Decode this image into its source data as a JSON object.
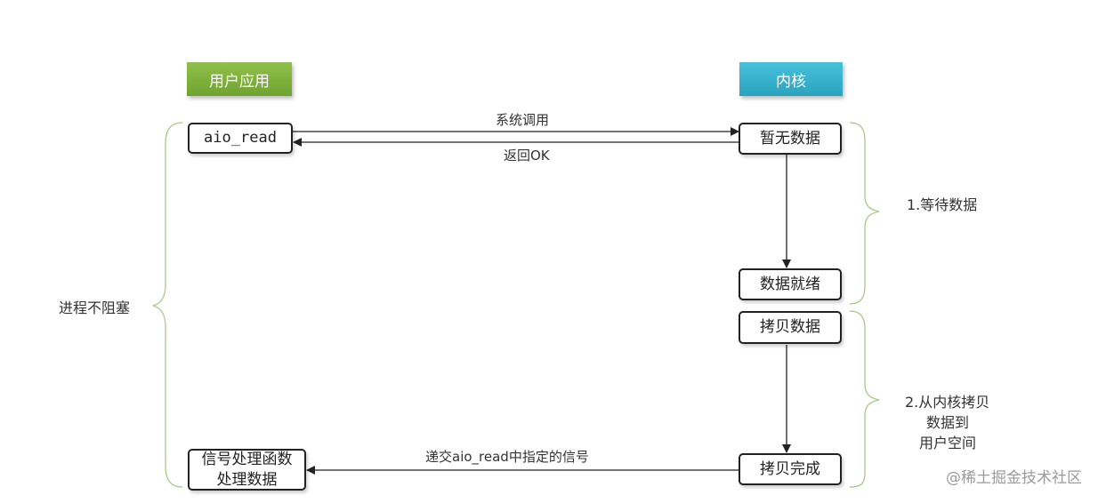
{
  "headers": {
    "user": "用户应用",
    "kernel": "内核"
  },
  "user_boxes": {
    "aio_read": "aio_read",
    "handler_line1": "信号处理函数",
    "handler_line2": "处理数据"
  },
  "kernel_boxes": {
    "no_data": "暂无数据",
    "data_ready": "数据就绪",
    "copy_data": "拷贝数据",
    "copy_done": "拷贝完成"
  },
  "arrow_labels": {
    "syscall": "系统调用",
    "return_ok": "返回OK",
    "deliver_signal": "递交aio_read中指定的信号"
  },
  "phases": {
    "phase1": "1.等待数据",
    "phase2_line1": "2.从内核拷贝",
    "phase2_line2": "数据到",
    "phase2_line3": "用户空间"
  },
  "left_note": "进程不阻塞",
  "watermark": "@稀土掘金技术社区"
}
